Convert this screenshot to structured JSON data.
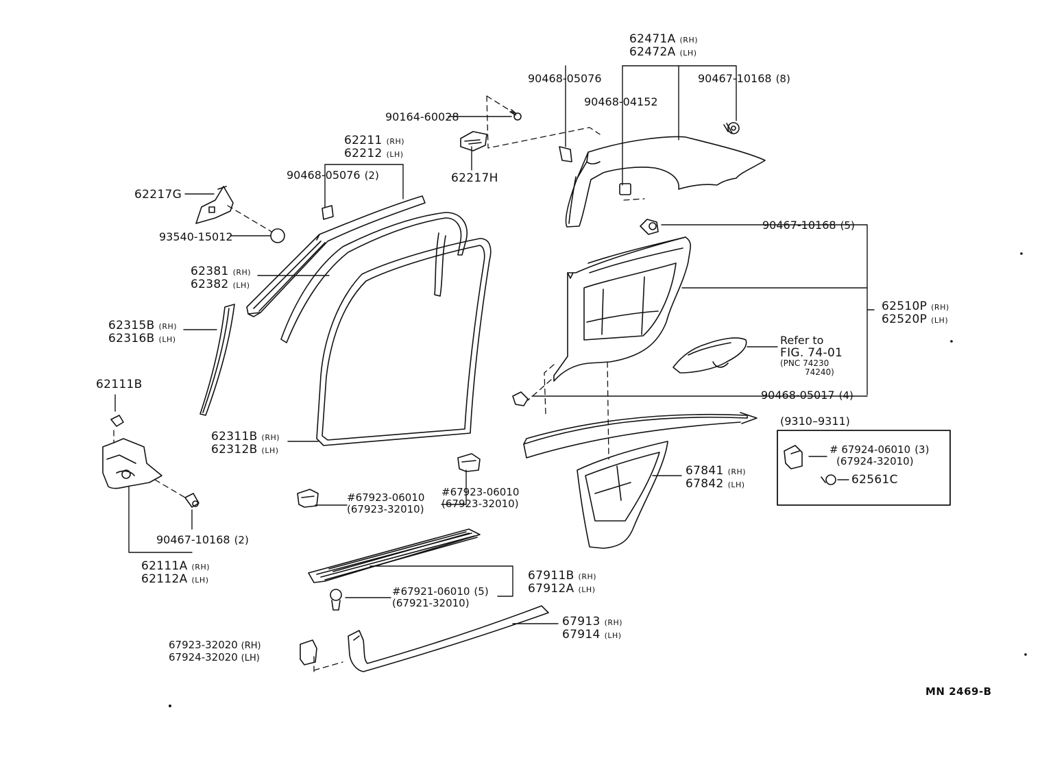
{
  "labels": {
    "l62471": {
      "parts": [
        "62471A",
        "62472A"
      ],
      "sides": [
        "(RH)",
        "(LH)"
      ]
    },
    "l90468_05076_top": {
      "text": "90468-05076"
    },
    "l90468_04152": {
      "text": "90468-04152"
    },
    "l90467_10168_8": {
      "text": "90467-10168",
      "qty": "(8)"
    },
    "l90164": {
      "text": "90164-60028"
    },
    "l62211": {
      "parts": [
        "62211",
        "62212"
      ],
      "sides": [
        "(RH)",
        "(LH)"
      ]
    },
    "l90468_05076_2": {
      "text": "90468-05076",
      "qty": "(2)"
    },
    "l62217H": {
      "text": "62217H"
    },
    "l62217G": {
      "text": "62217G"
    },
    "l93540": {
      "text": "93540-15012"
    },
    "l90467_10168_5": {
      "text": "90467-10168",
      "qty": "(5)"
    },
    "l62381": {
      "parts": [
        "62381",
        "62382"
      ],
      "sides": [
        "(RH)",
        "(LH)"
      ]
    },
    "l62510P": {
      "parts": [
        "62510P",
        "62520P"
      ],
      "sides": [
        "(RH)",
        "(LH)"
      ]
    },
    "l62315B": {
      "parts": [
        "62315B",
        "62316B"
      ],
      "sides": [
        "(RH)",
        "(LH)"
      ]
    },
    "lRefer": {
      "lines": [
        "Refer to",
        "FIG. 74-01",
        "(PNC 74230",
        "74240)"
      ]
    },
    "l62111B": {
      "text": "62111B"
    },
    "l90468_05017": {
      "text": "90468-05017",
      "qty": "(4)"
    },
    "l62311B": {
      "parts": [
        "62311B",
        "62312B"
      ],
      "sides": [
        "(RH)",
        "(LH)"
      ]
    },
    "inset": {
      "title": "(9310–9311)",
      "clip": {
        "parts": [
          "# 67924-06010",
          "(67924-32010)"
        ],
        "qty": "(3)"
      },
      "pin": "62561C"
    },
    "l67841": {
      "parts": [
        "67841",
        "67842"
      ],
      "sides": [
        "(RH)",
        "(LH)"
      ]
    },
    "l67923_a": {
      "parts": [
        "#67923-06010",
        "(67923-32010)"
      ]
    },
    "l67923_b": {
      "parts": [
        "#67923-06010",
        "(67923-32010)"
      ]
    },
    "l90467_10168_2": {
      "text": "90467-10168",
      "qty": "(2)"
    },
    "l62111A": {
      "parts": [
        "62111A",
        "62112A"
      ],
      "sides": [
        "(RH)",
        "(LH)"
      ]
    },
    "l67911B": {
      "parts": [
        "67911B",
        "67912A"
      ],
      "sides": [
        "(RH)",
        "(LH)"
      ]
    },
    "l67921": {
      "parts": [
        "#67921-06010",
        "(67921-32010)"
      ],
      "qty": "(5)"
    },
    "l67913": {
      "parts": [
        "67913",
        "67914"
      ],
      "sides": [
        "(RH)",
        "(LH)"
      ]
    },
    "l67923_32020": {
      "parts": [
        "67923-32020",
        "67924-32020"
      ],
      "sides": [
        "(RH)",
        "(LH)"
      ]
    },
    "drawing_code": "MN  2469-B"
  }
}
